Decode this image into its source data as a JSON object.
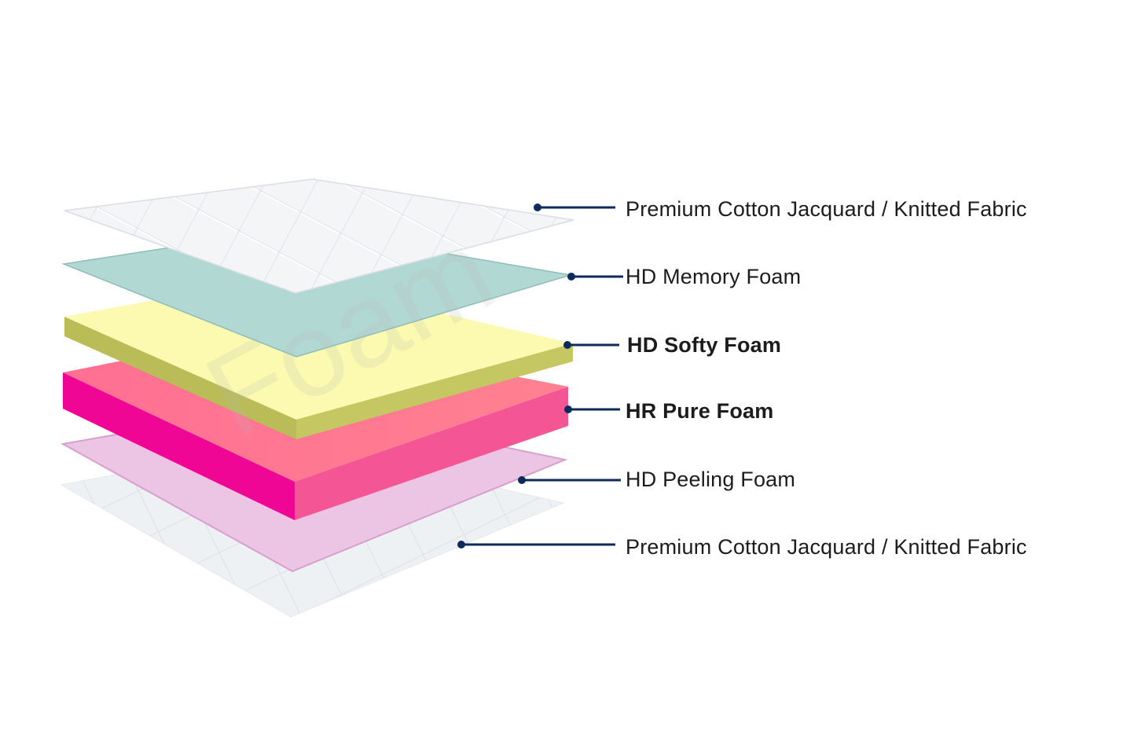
{
  "layers": [
    {
      "key": "top-fabric",
      "label": "Premium Cotton Jacquard / Knitted Fabric",
      "color": "#f3f5f7"
    },
    {
      "key": "memory-foam",
      "label": "HD Memory Foam",
      "color": "#b2d8d3"
    },
    {
      "key": "softy-foam",
      "label": "HD Softy Foam",
      "color": "#fbfab0"
    },
    {
      "key": "pure-foam",
      "label": "HR Pure Foam",
      "color": "#ff7a92"
    },
    {
      "key": "peeling-foam",
      "label": "HD Peeling Foam",
      "color": "#ecc5e4"
    },
    {
      "key": "bottom-fabric",
      "label": "Premium Cotton Jacquard / Knitted Fabric",
      "color": "#f3f5f7"
    }
  ],
  "leader_color": "#0d2a5c",
  "watermark": "Foam"
}
